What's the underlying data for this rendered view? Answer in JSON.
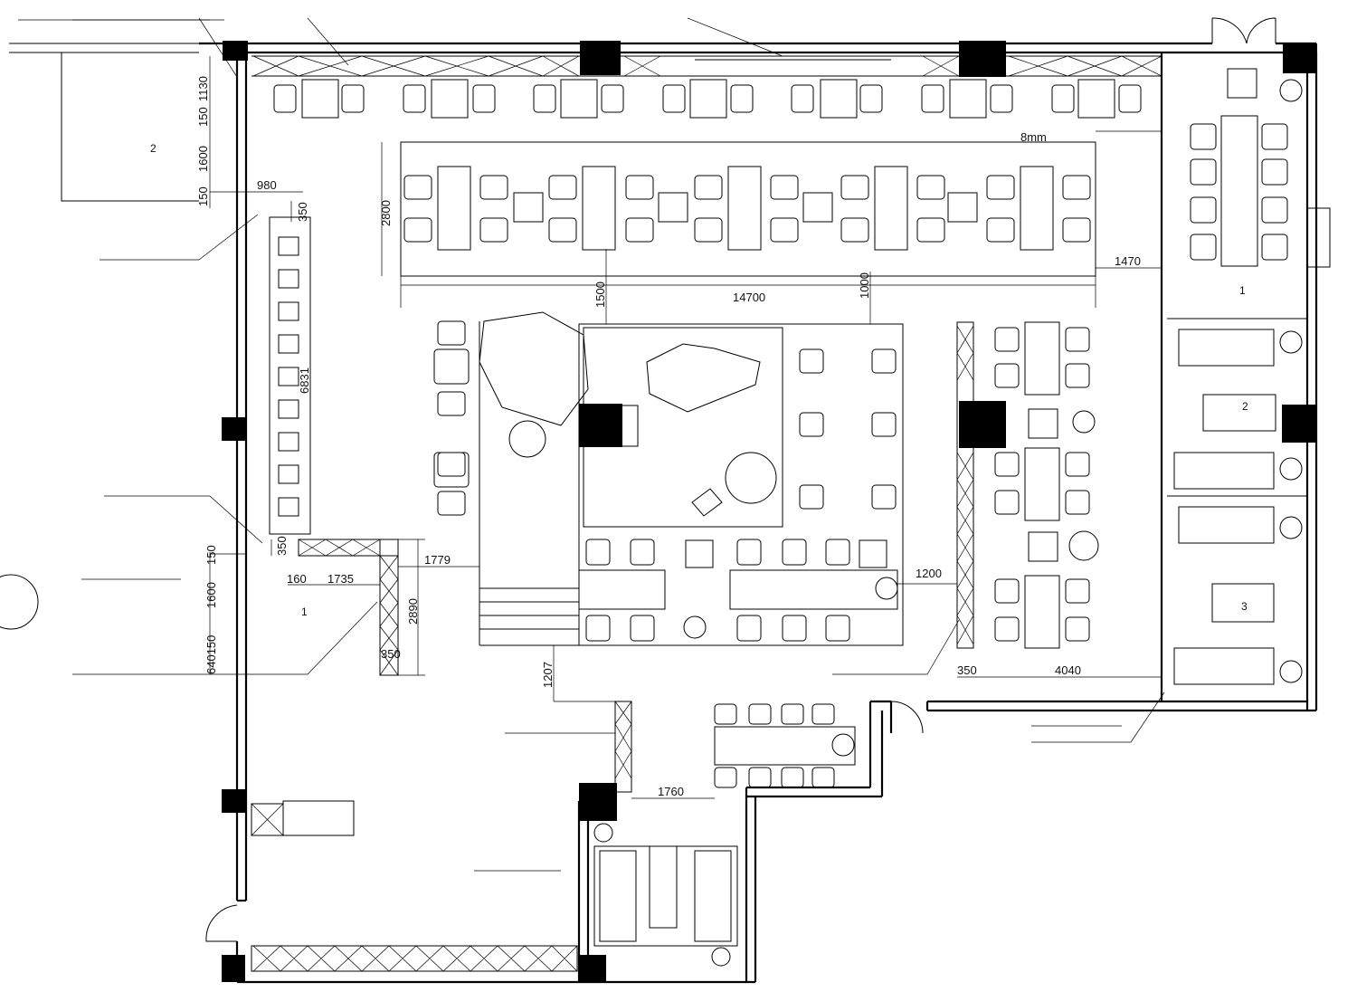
{
  "plan": {
    "kind": "restaurant floor plan",
    "dimensions": {
      "d980": "980",
      "d350a": "350",
      "d1130": "1130",
      "d150a": "150",
      "d1600a": "1600",
      "d150b": "150",
      "d2800": "2800",
      "d14700": "14700",
      "d1500": "1500",
      "d1000": "1000",
      "d1470": "1470",
      "d8mm": "8mm",
      "d6831": "6831",
      "d350b": "350",
      "d150c": "150",
      "d1600b": "1600",
      "d160": "160",
      "d1735": "1735",
      "d640150": "640150",
      "d1779": "1779",
      "d2890": "2890",
      "d350c": "350",
      "d1207": "1207",
      "d1200": "1200",
      "d350d": "350",
      "d4040": "4040",
      "d1760": "1760"
    },
    "room_labels": {
      "r2_left": "2",
      "r1_left": "1",
      "vip1": "1",
      "vip2": "2",
      "vip3": "3"
    },
    "colors": {
      "line": "#000000",
      "background": "#ffffff"
    }
  }
}
